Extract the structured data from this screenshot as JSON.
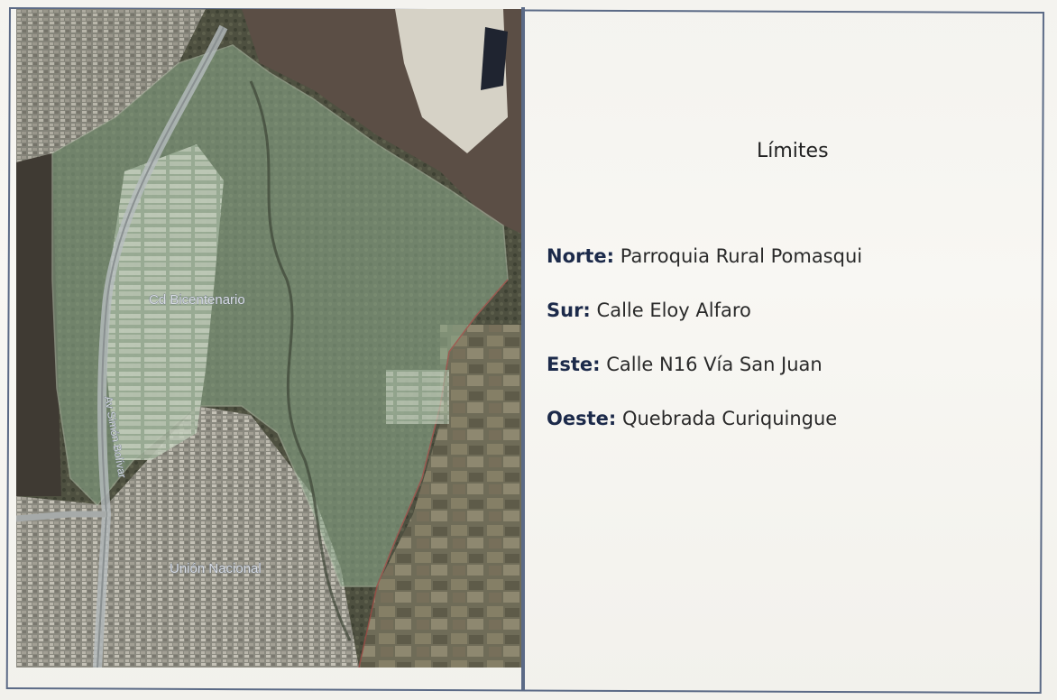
{
  "map": {
    "labels": {
      "district": "Cd Bicentenario",
      "avenue": "Av Simón Bolívar",
      "neighborhood": "Unión Nacional"
    }
  },
  "limits": {
    "title": "Límites",
    "rows": [
      {
        "label": "Norte:",
        "value": "Parroquia Rural Pomasqui"
      },
      {
        "label": "Sur:",
        "value": "Calle Eloy Alfaro"
      },
      {
        "label": "Este:",
        "value": "Calle N16 Vía San Juan"
      },
      {
        "label": "Oeste:",
        "value": "Quebrada Curiquingue"
      }
    ]
  },
  "colors": {
    "border": "#5b6a86",
    "label_bold": "#1c2a4a",
    "overlay": "#8fae8f"
  }
}
